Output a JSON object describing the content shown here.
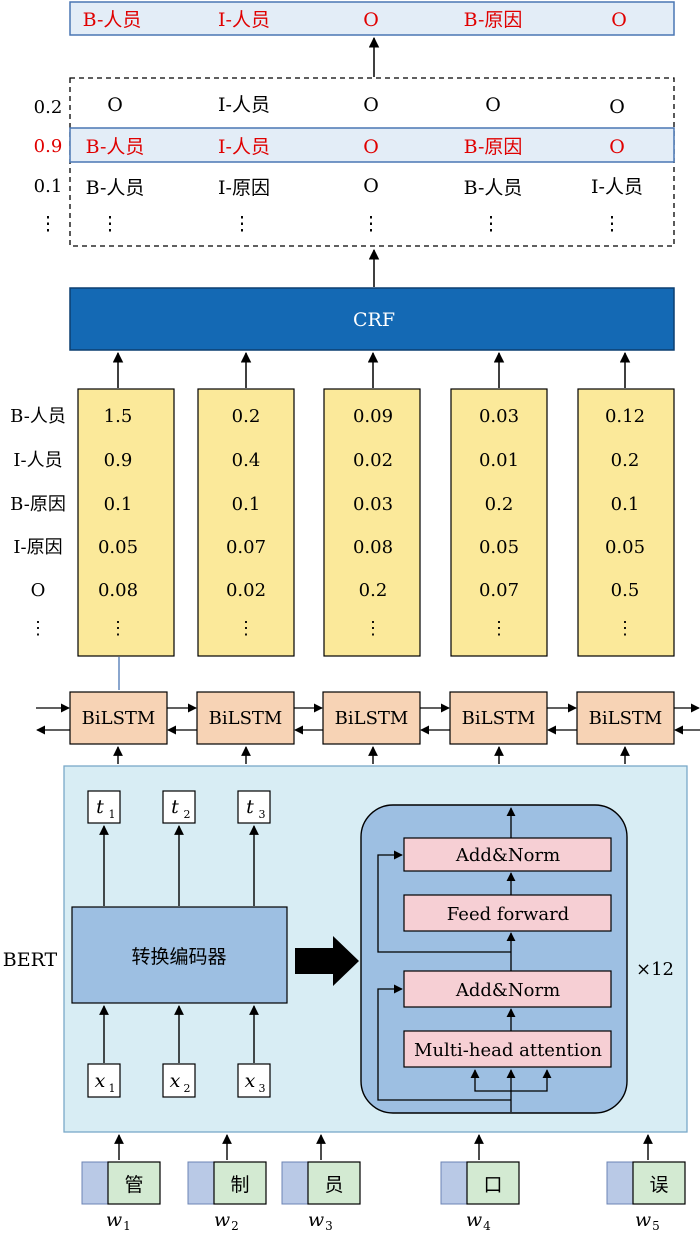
{
  "colors": {
    "highlight_red": "#e00000",
    "crf_blue": "#1469b4",
    "score_yellow": "#fbe99a",
    "bilstm_orange": "#f7d3b5",
    "bert_bg": "#d8edf4",
    "encoder_blue": "#9dbfe2",
    "norm_pink": "#f6cfd4"
  },
  "output": {
    "labels": [
      "B-人员",
      "I-人员",
      "O",
      "B-原因",
      "O"
    ]
  },
  "candidates": {
    "rows": [
      {
        "score": "0.2",
        "tags": [
          "O",
          "I-人员",
          "O",
          "O",
          "O"
        ],
        "highlight": false
      },
      {
        "score": "0.9",
        "tags": [
          "B-人员",
          "I-人员",
          "O",
          "B-原因",
          "O"
        ],
        "highlight": true
      },
      {
        "score": "0.1",
        "tags": [
          "B-人员",
          "I-原因",
          "O",
          "B-人员",
          "I-人员"
        ],
        "highlight": false
      }
    ],
    "ellipsis": "⋮"
  },
  "crf": {
    "label": "CRF"
  },
  "emission": {
    "row_labels": [
      "B-人员",
      "I-人员",
      "B-原因",
      "I-原因",
      "O",
      "⋮"
    ],
    "columns": [
      [
        "1.5",
        "0.9",
        "0.1",
        "0.05",
        "0.08",
        "⋮"
      ],
      [
        "0.2",
        "0.4",
        "0.1",
        "0.07",
        "0.02",
        "⋮"
      ],
      [
        "0.09",
        "0.02",
        "0.03",
        "0.08",
        "0.2",
        "⋮"
      ],
      [
        "0.03",
        "0.01",
        "0.2",
        "0.05",
        "0.07",
        "⋮"
      ],
      [
        "0.12",
        "0.2",
        "0.1",
        "0.05",
        "0.5",
        "⋮"
      ]
    ]
  },
  "bilstm": {
    "label": "BiLSTM",
    "count": 5
  },
  "bert": {
    "label": "BERT",
    "encoder_label": "转换编码器",
    "outputs": [
      "t",
      "t",
      "t"
    ],
    "output_subscripts": [
      "1",
      "2",
      "3"
    ],
    "inputs": [
      "x",
      "x",
      "x"
    ],
    "input_subscripts": [
      "1",
      "2",
      "3"
    ],
    "add_norm_top": "Add&Norm",
    "feed_forward": "Feed forward",
    "add_norm_bottom": "Add&Norm",
    "multi_head": "Multi-head attention",
    "repeat": "×12"
  },
  "tokens": [
    {
      "char": "管",
      "w": "w",
      "sub": "1"
    },
    {
      "char": "制",
      "w": "w",
      "sub": "2"
    },
    {
      "char": "员",
      "w": "w",
      "sub": "3"
    },
    {
      "char": "口",
      "w": "w",
      "sub": "4"
    },
    {
      "char": "误",
      "w": "w",
      "sub": "5"
    }
  ]
}
